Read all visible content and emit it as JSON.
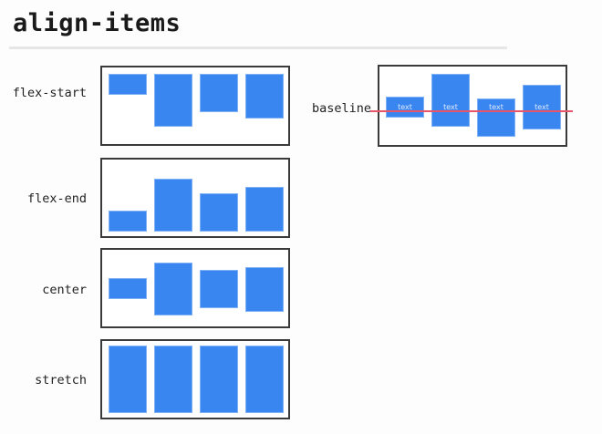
{
  "title": "align-items",
  "labels": {
    "flex_start": "flex-start",
    "flex_end": "flex-end",
    "center": "center",
    "stretch": "stretch",
    "baseline": "baseline"
  },
  "baseline_box_text": "text",
  "colors": {
    "box": "#3a86f0",
    "frame": "#3a3a3a",
    "baseline_line": "#e8556a"
  }
}
